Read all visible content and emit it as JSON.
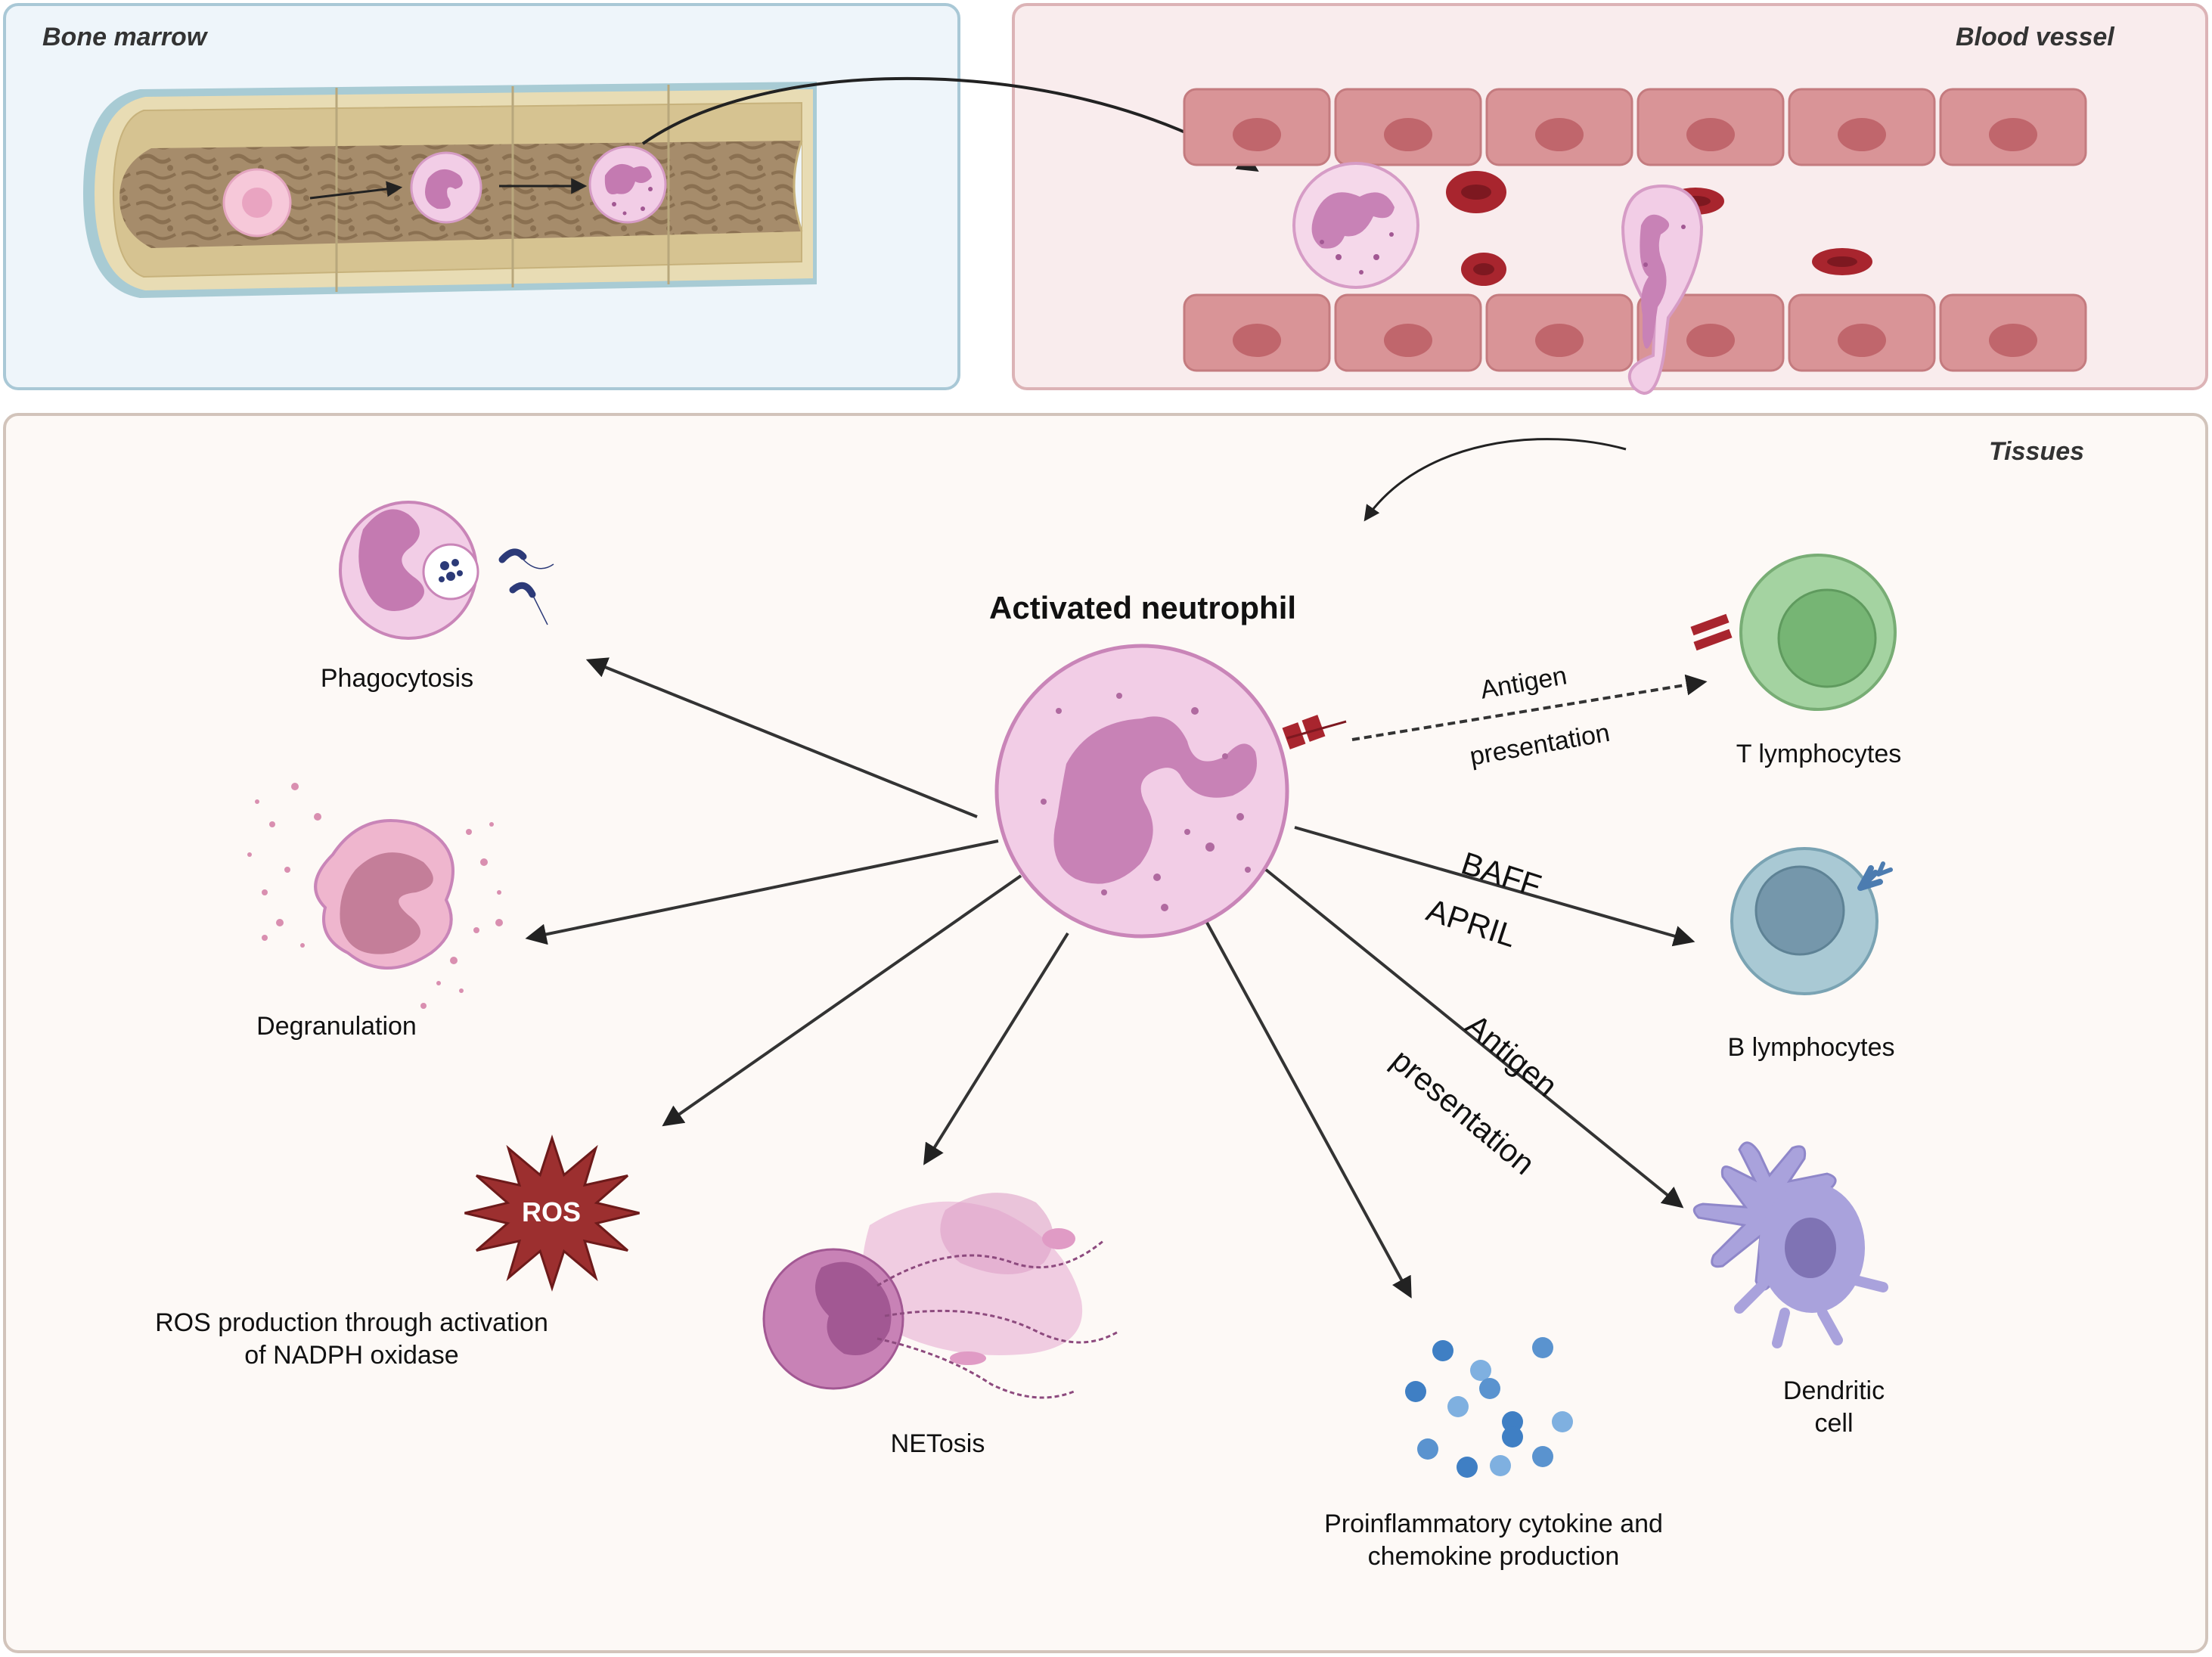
{
  "panels": {
    "bone_marrow": "Bone marrow",
    "blood_vessel": "Blood vessel",
    "tissues": "Tissues"
  },
  "center": {
    "title": "Activated neutrophil"
  },
  "functions": {
    "phagocytosis": "Phagocytosis",
    "degranulation": "Degranulation",
    "ros_badge": "ROS",
    "ros_line1": "ROS production through activation",
    "ros_line2": "of NADPH oxidase",
    "netosis": "NETosis",
    "cytokine_line1": "Proinflammatory cytokine and",
    "cytokine_line2": "chemokine production"
  },
  "targets": {
    "t_cells": "T lymphocytes",
    "b_cells": "B lymphocytes",
    "dc_line1": "Dendritic",
    "dc_line2": "cell"
  },
  "arrow_labels": {
    "t_antigen": "Antigen",
    "t_presentation": "presentation",
    "baff": "BAFF",
    "april": "APRIL",
    "dc_antigen": "Antigen",
    "dc_presentation": "presentation"
  },
  "colors": {
    "bone_panel_bg": "#eef5fa",
    "bone_panel_border": "#a9c8d6",
    "vessel_panel_bg": "#f9eced",
    "vessel_panel_border": "#dcb3b6",
    "tissue_panel_bg": "#fdf9f6",
    "tissue_panel_border": "#d2c4bb",
    "neutrophil_fill": "#f2cde6",
    "neutrophil_nucleus": "#c882b6",
    "endothelial": "#d99497",
    "rbc": "#a8252e",
    "ros_star": "#9c2f2f",
    "t_cell": "#8fc68f",
    "b_cell": "#8fb9c9",
    "dendritic": "#a9a2dc",
    "cytokine_dots": "#5a93cf"
  }
}
